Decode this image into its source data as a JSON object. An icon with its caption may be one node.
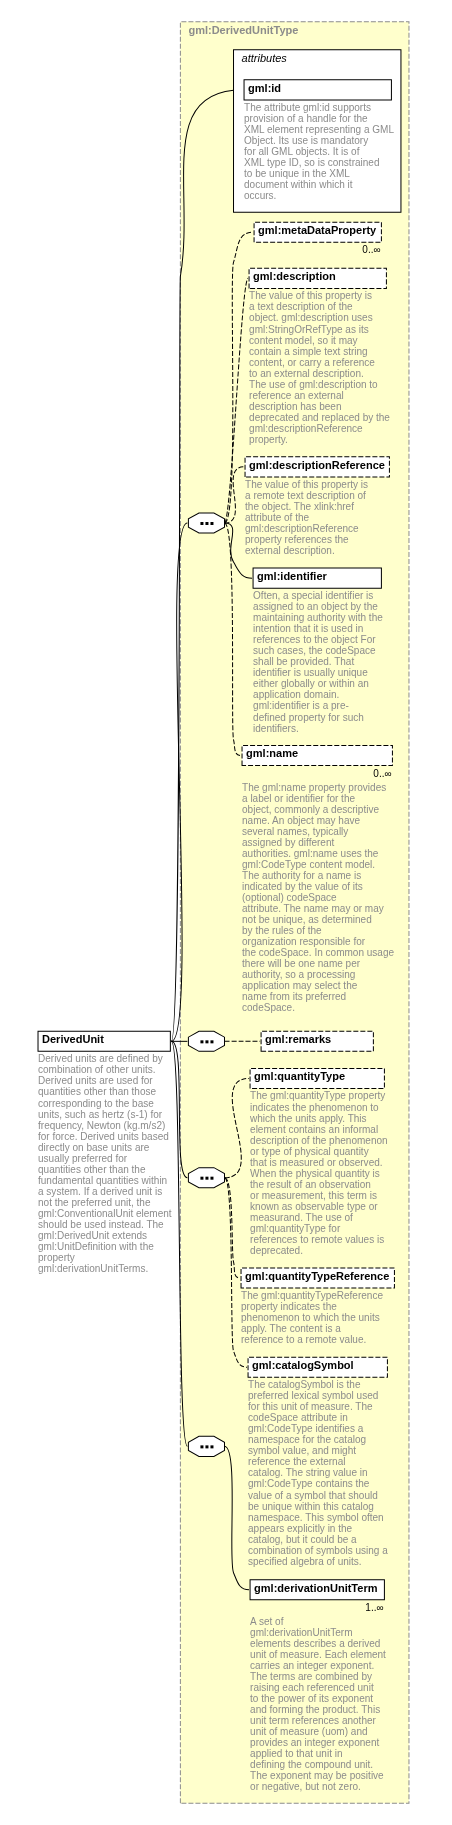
{
  "diagram": {
    "nodes": [
      {
        "text": [
          "DerivedUnit"
        ],
        "beside": [
          "Derived units are defined by combination of other units. Derived units are used for quantities other than those corresponding to the base units, such as hertz (s-1) for frequency, Newton (kg.m/s2) for force. Derived units based directly on base units are usually preferred for quantities other than the fundamental quantities within a system. If a derived unit is not the preferred unit, the gml:ConventionalUnit element should be used instead. The gml:DerivedUnit extends gml:UnitDefinition with the property gml:derivationUnitTerms."
        ]
      },
      {
        "text": [
          "gml:DerivedUnitType"
        ]
      },
      {
        "text": [
          "attributes"
        ],
        "in": 1
      },
      {
        "text": [
          "gml:id"
        ],
        "in": 2,
        "beside": [
          "The attribute gml:id supports provision of a handle for the XML element representing a GML Object. Its use is mandatory for all GML objects. It is of XML type ID, so is constrained to be unique in the XML document within which it occurs."
        ]
      },
      {
        "text": [],
        "shape": "octagon",
        "in": 1
      },
      {
        "text": [
          "gml:metaDataProperty"
        ],
        "in": 1,
        "beside": [
          "0..∞"
        ]
      },
      {
        "text": [
          "gml:description"
        ],
        "in": 1,
        "beside": [
          "The value of this property is a text description of the object. gml:description uses gml:StringOrRefType as its content model, so it may contain a simple text string content, or carry a reference to an external description. The use of gml:description to reference an external description has been deprecated and replaced by the gml:descriptionReference property."
        ]
      },
      {
        "text": [
          "gml:descriptionReference"
        ],
        "in": 1,
        "beside": [
          "The value of this property is a remote text description of the object. The xlink:href attribute of the gml:descriptionReference property references the external description."
        ]
      },
      {
        "text": [
          "gml:identifier"
        ],
        "in": 1,
        "beside": [
          "Often, a special identifier is assigned to an object by the maintaining authority with the intention that it is used in references to the object For such cases, the codeSpace shall be provided. That identifier is usually unique either globally or within an application domain. gml:identifier is a pre-defined property for such identifiers."
        ]
      },
      {
        "text": [
          "gml:name"
        ],
        "in": 1,
        "beside": [
          "0..∞",
          "The gml:name property provides a label or identifier for the object, commonly a descriptive name. An object may have several names, typically assigned by different authorities. gml:name uses the gml:CodeType content model. The authority for a name is indicated by the value of its (optional) codeSpace attribute. The name may or may not be unique, as determined by the rules of the organization responsible for the codeSpace. In common usage there will be one name per authority, so a processing application may select the name from its preferred codeSpace."
        ]
      },
      {
        "text": [],
        "shape": "octagon",
        "in": 1
      },
      {
        "text": [
          "gml:remarks"
        ],
        "in": 1
      },
      {
        "text": [],
        "shape": "octagon",
        "in": 1
      },
      {
        "text": [
          "gml:quantityType"
        ],
        "in": 1,
        "beside": [
          "The gml:quantityType property indicates the phenomenon to which the units apply. This element contains an informal description of the phenomenon or type of physical quantity that is measured or observed. When the physical quantity is the result of an observation or measurement, this term is known as observable type or measurand. The use of gml:quantityType for references to remote values is deprecated."
        ]
      },
      {
        "text": [
          "gml:quantityTypeReference"
        ],
        "in": 1,
        "beside": [
          "The gml:quantityTypeReference property indicates the phenomenon to which the units apply. The content is a reference to a remote value."
        ]
      },
      {
        "text": [
          "gml:catalogSymbol"
        ],
        "in": 1,
        "beside": [
          "The catalogSymbol is the preferred lexical symbol used for this unit of measure. The codeSpace attribute in gml:CodeType identifies a namespace for the catalog symbol value, and might reference the external catalog. The string value in gml:CodeType contains the value of a symbol that should be unique within this catalog namespace. This symbol often appears explicitly in the catalog, but it could be a combination of symbols using a specified algebra of units."
        ]
      },
      {
        "text": [],
        "shape": "octagon",
        "in": 1
      },
      {
        "text": [
          "gml:derivationUnitTerm"
        ],
        "in": 1,
        "beside": [
          "1..∞",
          "A set of gml:derivationUnitTerm elements describes a derived unit of measure. Each element carries an integer exponent. The terms are combined by raising each referenced unit to the power of its exponent and forming the product. This unit term references another unit of measure (uom) and provides an integer exponent applied to that unit in defining the compound unit. The exponent may be positive or negative, but not zero."
        ]
      }
    ],
    "edges": [
      {
        "from": 0,
        "to": 2,
        "arrow": "none"
      },
      {
        "from": 0,
        "to": 4,
        "arrow": "none"
      },
      {
        "from": 0,
        "to": 10,
        "arrow": "none"
      },
      {
        "from": 0,
        "to": 12,
        "arrow": "none"
      },
      {
        "from": 0,
        "to": 16,
        "arrow": "none"
      },
      {
        "from": 4,
        "to": 5,
        "arrow": "none",
        "style": "dashed"
      },
      {
        "from": 4,
        "to": 6,
        "arrow": "none",
        "style": "dashed"
      },
      {
        "from": 4,
        "to": 7,
        "arrow": "none",
        "style": "dashed"
      },
      {
        "from": 4,
        "to": 8,
        "arrow": "none"
      },
      {
        "from": 4,
        "to": 9,
        "arrow": "none",
        "style": "dashed"
      },
      {
        "from": 10,
        "to": 11,
        "arrow": "none",
        "style": "dashed"
      },
      {
        "from": 12,
        "to": 13,
        "arrow": "none",
        "style": "dashed"
      },
      {
        "from": 12,
        "to": 14,
        "arrow": "none",
        "style": "dashed"
      },
      {
        "from": 12,
        "to": 15,
        "arrow": "none",
        "style": "dashed"
      },
      {
        "from": 16,
        "to": 17,
        "arrow": "none"
      }
    ]
  }
}
